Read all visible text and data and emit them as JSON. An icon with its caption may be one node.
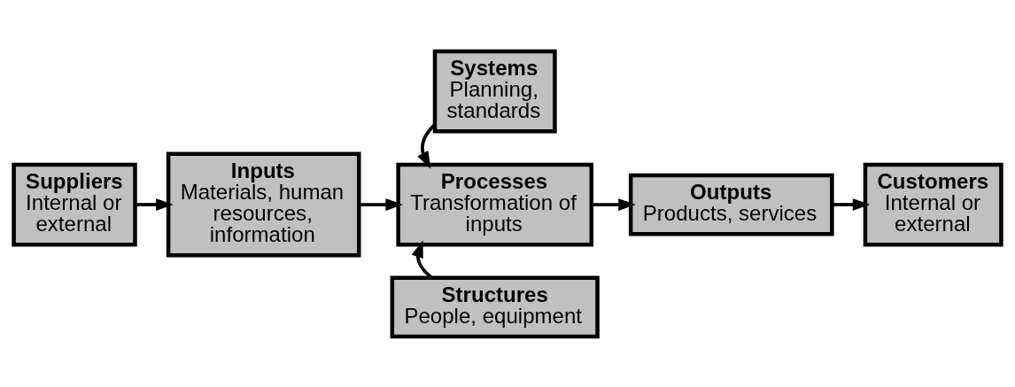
{
  "diagram": {
    "nodes": [
      {
        "text": [
          "Suppliers",
          "Internal or external"
        ]
      },
      {
        "text": [
          "Inputs",
          "Materials, human resources, information"
        ]
      },
      {
        "text": [
          "Processes",
          "Transformation of inputs"
        ]
      },
      {
        "text": [
          "Outputs",
          "Products, services"
        ]
      },
      {
        "text": [
          "Customers",
          "Internal or external"
        ]
      },
      {
        "text": [
          "Systems",
          "Planning, standards"
        ]
      },
      {
        "text": [
          "Structures",
          "People, equipment"
        ]
      }
    ],
    "edges": [
      {
        "from": 0,
        "to": 1,
        "arrow": "to"
      },
      {
        "from": 1,
        "to": 2,
        "arrow": "to"
      },
      {
        "from": 2,
        "to": 3,
        "arrow": "to"
      },
      {
        "from": 3,
        "to": 4,
        "arrow": "to"
      },
      {
        "from": 5,
        "to": 2,
        "arrow": "to"
      },
      {
        "from": 6,
        "to": 2,
        "arrow": "to"
      }
    ]
  }
}
